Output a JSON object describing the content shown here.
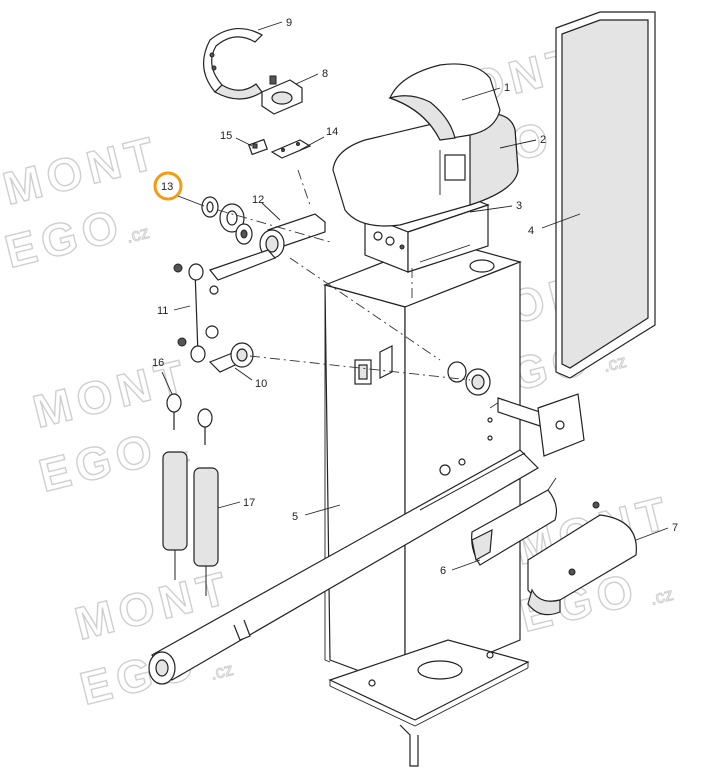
{
  "diagram": {
    "callouts": [
      {
        "id": "c1",
        "text": "1"
      },
      {
        "id": "c2",
        "text": "2"
      },
      {
        "id": "c3",
        "text": "3"
      },
      {
        "id": "c4",
        "text": "4"
      },
      {
        "id": "c5",
        "text": "5"
      },
      {
        "id": "c6",
        "text": "6"
      },
      {
        "id": "c7",
        "text": "7"
      },
      {
        "id": "c8",
        "text": "8"
      },
      {
        "id": "c9",
        "text": "9"
      },
      {
        "id": "c10",
        "text": "10"
      },
      {
        "id": "c11",
        "text": "11"
      },
      {
        "id": "c12",
        "text": "12"
      },
      {
        "id": "c13",
        "text": "13",
        "highlighted": true
      },
      {
        "id": "c14",
        "text": "14"
      },
      {
        "id": "c15",
        "text": "15"
      },
      {
        "id": "c16",
        "text": "16"
      },
      {
        "id": "c17",
        "text": "17"
      }
    ],
    "highlight_color": "#f39c12",
    "line_color": "#222222"
  },
  "watermark": {
    "word1": "MONT",
    "word2": "EGO",
    "suffix": ".cz",
    "registered": "®"
  }
}
